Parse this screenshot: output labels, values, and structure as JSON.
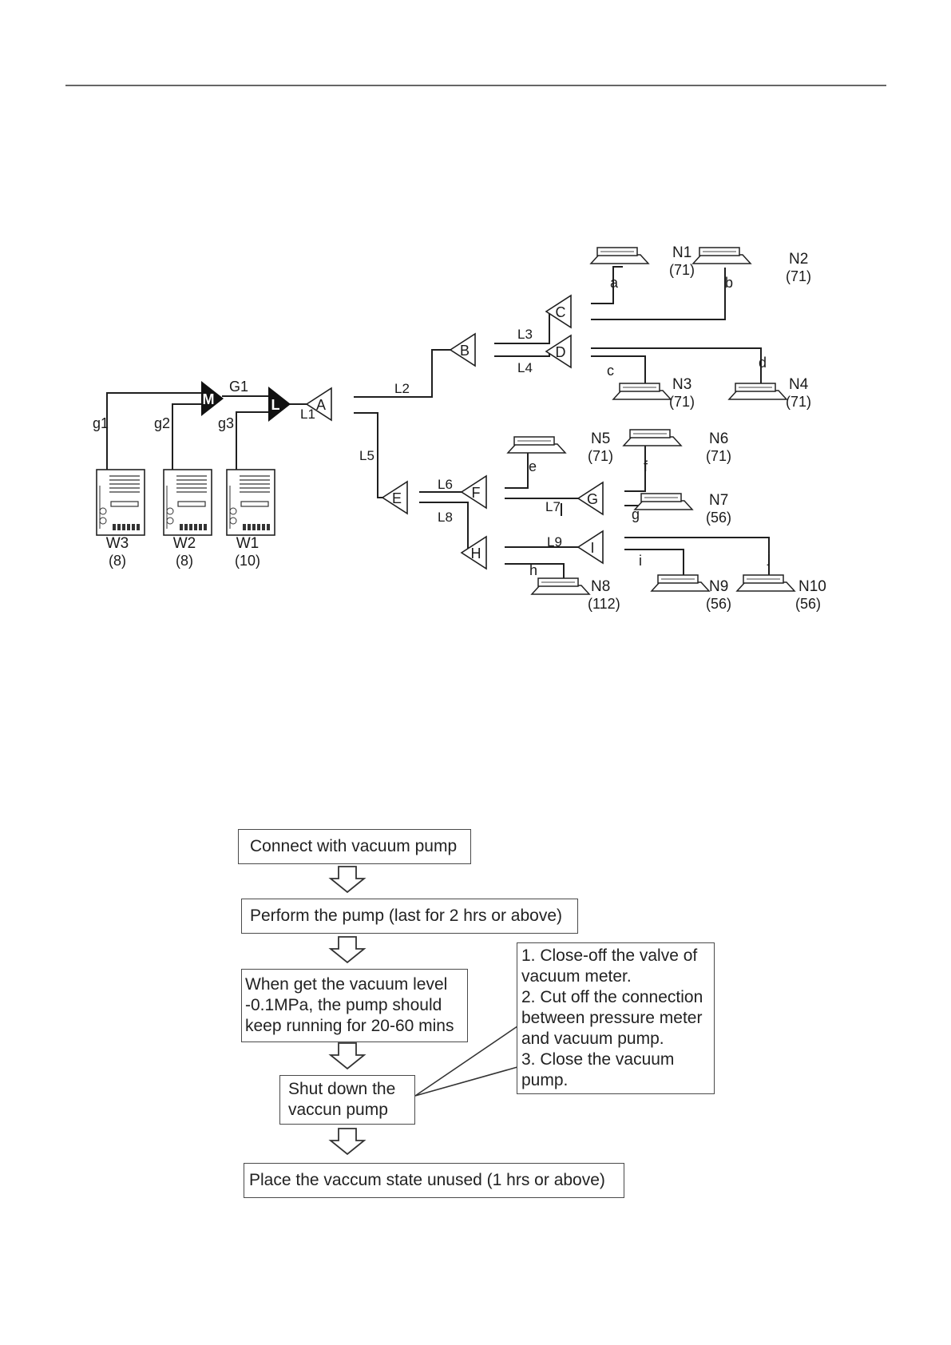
{
  "diagram": {
    "outdoor_units": [
      {
        "id": "W3",
        "capacity": "(8)"
      },
      {
        "id": "W2",
        "capacity": "(8)"
      },
      {
        "id": "W1",
        "capacity": "(10)"
      }
    ],
    "outdoor_pipes": [
      "g1",
      "g2",
      "g3",
      "G1"
    ],
    "outdoor_joints": [
      "M",
      "L"
    ],
    "branch_joints": [
      "A",
      "B",
      "C",
      "D",
      "E",
      "F",
      "G",
      "H",
      "I"
    ],
    "main_pipes": [
      "L1",
      "L2",
      "L3",
      "L4",
      "L5",
      "L6",
      "L7",
      "L8",
      "L9"
    ],
    "branch_pipes": [
      "a",
      "b",
      "c",
      "d",
      "e",
      "f",
      "g",
      "h",
      "i",
      "j"
    ],
    "indoor_units": [
      {
        "id": "N1",
        "capacity": "(71)"
      },
      {
        "id": "N2",
        "capacity": "(71)"
      },
      {
        "id": "N3",
        "capacity": "(71)"
      },
      {
        "id": "N4",
        "capacity": "(71)"
      },
      {
        "id": "N5",
        "capacity": "(71)"
      },
      {
        "id": "N6",
        "capacity": "(71)"
      },
      {
        "id": "N7",
        "capacity": "(56)"
      },
      {
        "id": "N8",
        "capacity": "(112)"
      },
      {
        "id": "N9",
        "capacity": "(56)"
      },
      {
        "id": "N10",
        "capacity": "(56)"
      }
    ]
  },
  "flowchart": {
    "steps": [
      "Connect with vacuum pump",
      "Perform the pump (last for 2 hrs or above)",
      "When get the vacuum level\n-0.1MPa, the pump should\nkeep running for 20-60 mins",
      "Shut down the\nvaccun pump",
      "Place the vaccum state unused (1 hrs or above)"
    ],
    "note": "1. Close-off the valve of\nvacuum meter.\n2. Cut off the connection\nbetween pressure meter\nand vacuum pump.\n3. Close the vacuum\npump."
  }
}
